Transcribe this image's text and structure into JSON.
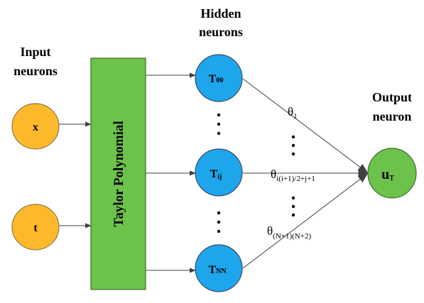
{
  "headers": {
    "input": [
      "Input",
      "neurons"
    ],
    "hidden": [
      "Hidden",
      "neurons"
    ],
    "output": [
      "Output",
      "neuron"
    ]
  },
  "input_nodes": [
    "x",
    "t"
  ],
  "block_label": "Taylor Polynomial",
  "hidden_nodes": [
    {
      "main": "T",
      "sub": "00"
    },
    {
      "main": "T",
      "sub": "ij"
    },
    {
      "main": "T",
      "sub": "NN"
    }
  ],
  "weights": [
    {
      "main": "θ",
      "sub": "1"
    },
    {
      "main": "θ",
      "sub": "i(i+1)/2+j+1"
    },
    {
      "main": "θ",
      "sub": "(N+1)(N+2)"
    }
  ],
  "output_node": {
    "main": "u",
    "sub": "T"
  },
  "colors": {
    "input_fill": "#FDB92B",
    "input_stroke": "#8C7A4A",
    "block_fill": "#6DC24B",
    "block_stroke": "#3D6E2A",
    "hidden_fill": "#1EA6EC",
    "hidden_stroke": "#3A4A6B",
    "output_fill": "#6DC24B",
    "output_stroke": "#3D6E2A"
  }
}
